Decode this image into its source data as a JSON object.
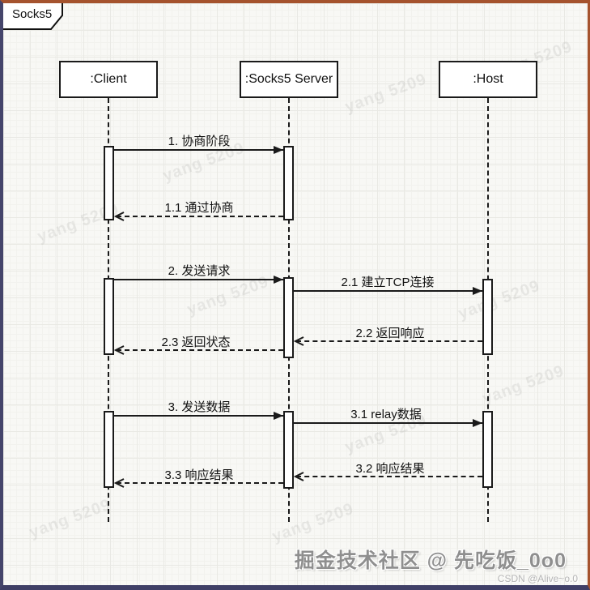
{
  "frame": {
    "label": "Socks5"
  },
  "actors": [
    {
      "id": "client",
      "label": ":Client"
    },
    {
      "id": "server",
      "label": ":Socks5 Server"
    },
    {
      "id": "host",
      "label": ":Host"
    }
  ],
  "messages": [
    {
      "seq": "1",
      "label": "1. 协商阶段",
      "from": "client",
      "to": "server",
      "style": "solid"
    },
    {
      "seq": "1.1",
      "label": "1.1 通过协商",
      "from": "server",
      "to": "client",
      "style": "dashed"
    },
    {
      "seq": "2",
      "label": "2. 发送请求",
      "from": "client",
      "to": "server",
      "style": "solid"
    },
    {
      "seq": "2.1",
      "label": "2.1 建立TCP连接",
      "from": "server",
      "to": "host",
      "style": "solid"
    },
    {
      "seq": "2.2",
      "label": "2.2 返回响应",
      "from": "host",
      "to": "server",
      "style": "dashed"
    },
    {
      "seq": "2.3",
      "label": "2.3 返回状态",
      "from": "server",
      "to": "client",
      "style": "dashed"
    },
    {
      "seq": "3",
      "label": "3. 发送数据",
      "from": "client",
      "to": "server",
      "style": "solid"
    },
    {
      "seq": "3.1",
      "label": "3.1 relay数据",
      "from": "server",
      "to": "host",
      "style": "solid"
    },
    {
      "seq": "3.2",
      "label": "3.2 响应结果",
      "from": "host",
      "to": "server",
      "style": "dashed"
    },
    {
      "seq": "3.3",
      "label": "3.3 响应结果",
      "from": "server",
      "to": "client",
      "style": "dashed"
    }
  ],
  "watermarks": {
    "diagonal": "yang 5209",
    "community": "掘金技术社区 @ 先吃饭_0o0",
    "csdn": "CSDN @Alive~o.0"
  },
  "colors": {
    "background": "#f8f8f5",
    "diagram_line": "#1a1a1a",
    "border_top": "#a5532e",
    "border_bottom": "#3f3f66",
    "watermark_gray": "#8f8f8f"
  }
}
